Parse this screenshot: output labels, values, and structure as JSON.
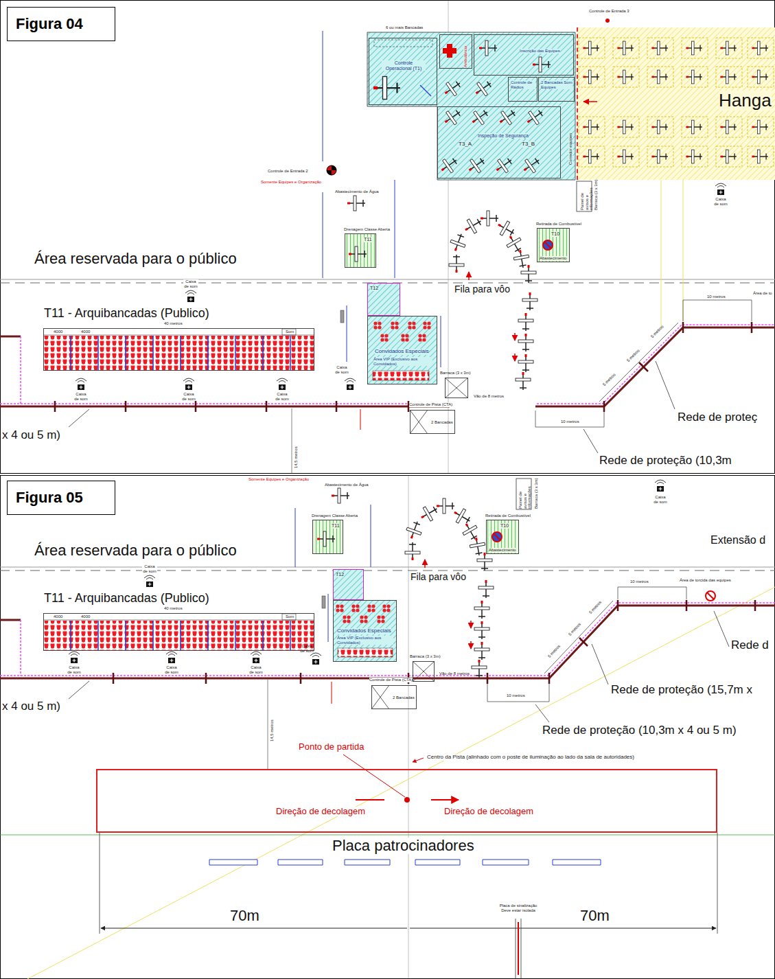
{
  "diagram": {
    "nodes": [
      {
        "text": [
          "Figura 04"
        ]
      },
      {
        "text": [
          "Controle Operacional (T1)"
        ]
      },
      {
        "text": [
          "Ambulância"
        ]
      },
      {
        "text": [
          "Inscrição das Equipes"
        ]
      },
      {
        "text": [
          "Controle de Rádios"
        ]
      },
      {
        "text": [
          "2 Bancadas Som Equipes"
        ]
      },
      {
        "text": [
          "Inspeção de Segurança",
          "T3_A",
          "T3_B"
        ]
      },
      {
        "text": [
          "Hanga"
        ]
      },
      {
        "text": [
          "Drenagem Classe Aberta",
          "T11"
        ]
      },
      {
        "text": [
          "Retirada de Combustível",
          "T10",
          "Abastecimento"
        ]
      },
      {
        "text": [
          "T11 - Arquibancadas (Publico)",
          "40 metros",
          "4000",
          "4000",
          "Som"
        ]
      },
      {
        "text": [
          "T12"
        ]
      },
      {
        "text": [
          "Convidados Especiais",
          "Área VIP (Exclusivo aos Convidados)"
        ]
      },
      {
        "text": [
          "Barraca (3 x 3m)"
        ]
      },
      {
        "text": [
          "Controle de Pista (CTA)",
          "2 Bancadas"
        ]
      },
      {
        "text": [
          "Figura 05"
        ]
      },
      {
        "text": [
          "Drenagem Classe Aberta",
          "T11"
        ]
      },
      {
        "text": [
          "Retirada de Combustível",
          "T10",
          "Abastecimento"
        ]
      },
      {
        "text": [
          "T11 - Arquibancadas (Publico)",
          "40 metros",
          "4000",
          "4000",
          "Som"
        ]
      },
      {
        "text": [
          "T12"
        ]
      },
      {
        "text": [
          "Convidados Especiais",
          "Área VIP (Exclusivo aos Convidados)"
        ]
      },
      {
        "text": [
          "Barraca (3 x 3m)"
        ]
      },
      {
        "text": [
          "Controle de Pista (CTA)",
          "2 Bancadas"
        ]
      },
      {
        "text": [
          "Direção de decolagem",
          "Direção de decolagem"
        ]
      }
    ],
    "labels": [
      "Controle de Entrada 3",
      "6 ou mais Bancadas",
      "Corredor equipes",
      "Controle de Entrada 2",
      "Somente Equipes e Organização",
      "Abastecimento de Água",
      "Painel de avisos e informações",
      "Barraca (3 x 3m)",
      "Caixa de som",
      "Área reservada para o público",
      "Caixa de som",
      "Caixa de som",
      "Caixa de som",
      "Caixa de som",
      "Caixa de som",
      "Fila para vôo",
      "Vão de 8 metros",
      "10 metros",
      "Área de to",
      "5 metros",
      "5 metros",
      "5 metros",
      "10 metros",
      "Rede de proteç",
      "Rede de proteção (10,3m",
      "x 4 ou 5 m)",
      "14,5 metros",
      "Somente Equipes e Organização",
      "Abastecimento de Água",
      "Painel de avisos e informações",
      "Barraca (3 x 3m)",
      "Caixa de som",
      "Extensão d",
      "Área reservada para o público",
      "Caixa de som",
      "Fila para vôo",
      "Caixa de som",
      "Caixa de som",
      "Caixa de som",
      "Caixa de som",
      "Vão de 8 metros",
      "10 metros",
      "Área de torcida das equipes",
      "5 metros",
      "5 metros",
      "5 metros",
      "10 metros",
      "Rede de proteção (15,7m x",
      "Rede d",
      "Rede de proteção (10,3m x 4 ou 5 m)",
      "x 4 ou 5 m)",
      "14,5 metros",
      "Ponto de partida",
      "Centro da Pista (alinhado com o poste de iluminação ao lado da sala de autoridades)",
      "Placa patrocinadores",
      "Placa de sinalização Deve estar isolada",
      "70m",
      "70m"
    ]
  }
}
